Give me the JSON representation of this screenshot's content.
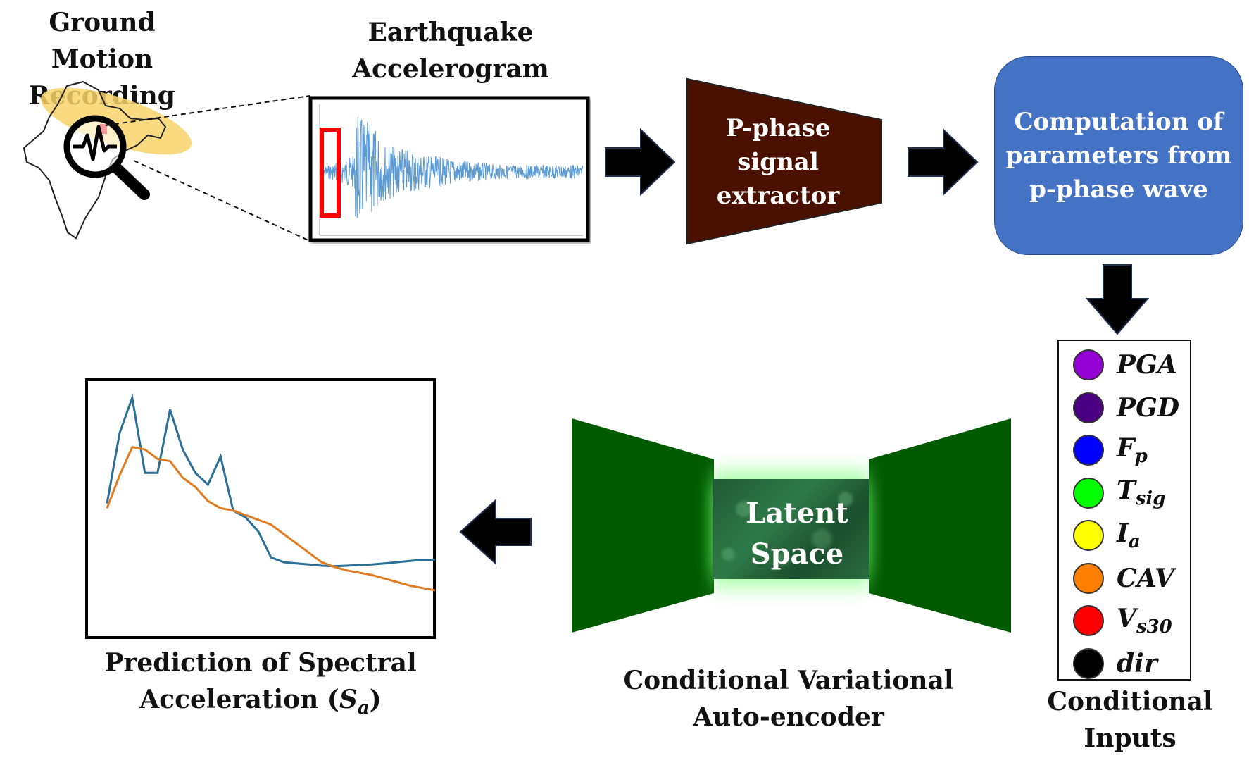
{
  "titles": {
    "ground_motion": "Ground Motion Recording",
    "accelerogram": "Earthquake Accelerogram",
    "prediction_prefix": "Prediction of  Spectral Acceleration (",
    "prediction_symbol": "S",
    "prediction_sub": "a",
    "prediction_suffix": ")",
    "cvae": "Conditional Variational Auto-encoder",
    "conditional_inputs": "Conditional Inputs"
  },
  "extractor": {
    "label": "P-phase signal extractor",
    "color": "#4a1000"
  },
  "compute": {
    "label": "Computation of parameters from p-phase wave",
    "color": "#4472c4"
  },
  "latent": {
    "label": "Latent Space"
  },
  "cvae_color": "#005a00",
  "inputs": [
    {
      "symbol": "PGA",
      "sub": "",
      "color": "#9400d3"
    },
    {
      "symbol": "PGD",
      "sub": "",
      "color": "#4b0082"
    },
    {
      "symbol": "F",
      "sub": "p",
      "color": "#0000ff"
    },
    {
      "symbol": "T",
      "sub": "sig",
      "color": "#00ff00"
    },
    {
      "symbol": "I",
      "sub": "a",
      "color": "#ffff00"
    },
    {
      "symbol": "CAV",
      "sub": "",
      "color": "#ff7f00"
    },
    {
      "symbol": "V",
      "sub": "s30",
      "color": "#ff0000"
    },
    {
      "symbol": "dir",
      "sub": "",
      "color": "#000000"
    }
  ],
  "icons": [
    "india-map-icon",
    "magnifier-seismograph-icon",
    "arrow-right-icon",
    "arrow-down-icon",
    "arrow-left-icon"
  ],
  "chart_data": {
    "type": "line",
    "x": [
      0,
      1,
      2,
      3,
      4,
      5,
      6,
      7,
      8,
      9,
      10,
      11,
      12,
      13,
      14,
      15,
      16,
      17,
      18,
      19,
      20,
      21,
      22,
      23,
      24,
      25,
      26
    ],
    "series": [
      {
        "color": "#2a6f97",
        "values": [
          0.55,
          0.85,
          1.0,
          0.68,
          0.68,
          0.95,
          0.78,
          0.68,
          0.63,
          0.75,
          0.52,
          0.49,
          0.43,
          0.32,
          0.3,
          0.295,
          0.29,
          0.285,
          0.283,
          0.285,
          0.288,
          0.29,
          0.295,
          0.3,
          0.305,
          0.31,
          0.31
        ]
      },
      {
        "color": "#e07b22",
        "values": [
          0.53,
          0.67,
          0.79,
          0.78,
          0.74,
          0.73,
          0.66,
          0.62,
          0.56,
          0.53,
          0.52,
          0.5,
          0.48,
          0.46,
          0.42,
          0.38,
          0.34,
          0.3,
          0.28,
          0.265,
          0.255,
          0.245,
          0.23,
          0.215,
          0.2,
          0.19,
          0.18
        ]
      }
    ],
    "ylim": [
      0,
      1.05
    ]
  }
}
